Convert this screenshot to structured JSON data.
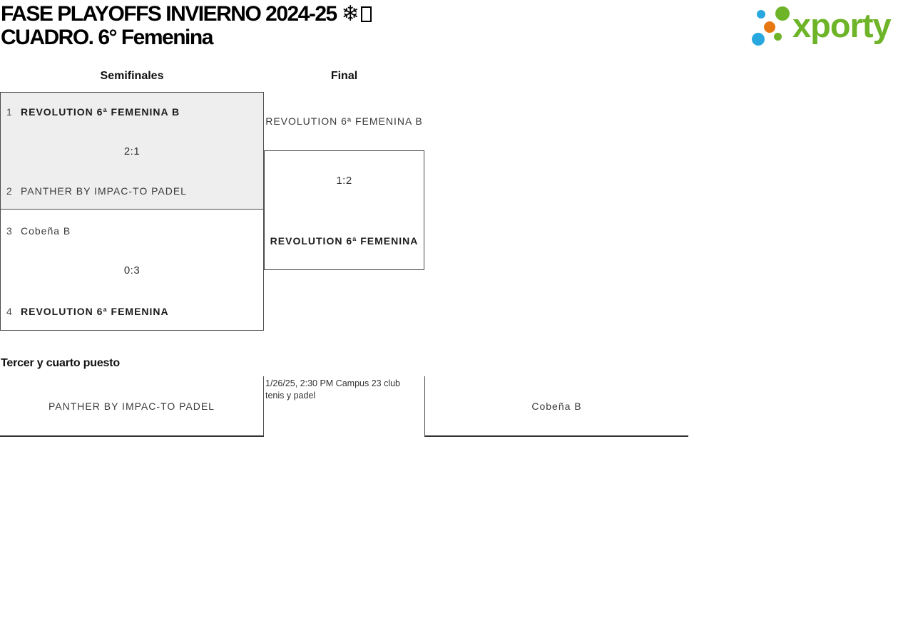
{
  "header": {
    "title_line1": "FASE PLAYOFFS INVIERNO 2024-25 ❄",
    "title_line2": "CUADRO. 6° Femenina"
  },
  "logo": {
    "brand": "xporty"
  },
  "colors": {
    "logo_green": "#6eb428",
    "logo_blue": "#29a8e0",
    "logo_orange": "#e87811",
    "highlight_bg": "#eeeeee"
  },
  "bracket": {
    "round1_label": "Semifinales",
    "round2_label": "Final",
    "sf1": {
      "seed1": "1",
      "team1": "REVOLUTION 6ª FEMENINA B",
      "score": "2:1",
      "seed2": "2",
      "team2": "PANTHER BY IMPAC-TO PADEL",
      "winner": "team1"
    },
    "sf2": {
      "seed1": "3",
      "team1": "Cobeña B",
      "score": "0:3",
      "seed2": "4",
      "team2": "REVOLUTION 6ª FEMENINA",
      "winner": "team2"
    },
    "final": {
      "team1": "REVOLUTION 6ª FEMENINA B",
      "score": "1:2",
      "team2": "REVOLUTION 6ª FEMENINA",
      "winner": "team2"
    }
  },
  "third_place": {
    "heading": "Tercer y cuarto puesto",
    "team1": "PANTHER BY IMPAC-TO PADEL",
    "schedule_line1": "1/26/25, 2:30 PM Campus 23 club",
    "schedule_line2": "tenis y padel",
    "team2": "Cobeña B"
  }
}
